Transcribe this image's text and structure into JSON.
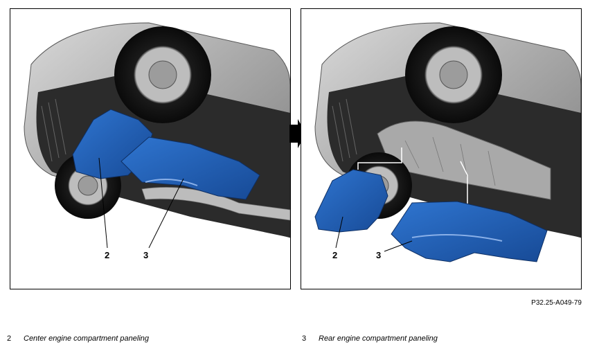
{
  "callouts": {
    "left": {
      "label_2": "2",
      "label_3": "3"
    },
    "right": {
      "label_2": "2",
      "label_3": "3"
    }
  },
  "reference_code": "P32.25-A049-79",
  "legend": [
    {
      "number": "2",
      "text": "Center engine compartment paneling"
    },
    {
      "number": "3",
      "text": "Rear engine compartment paneling"
    }
  ],
  "colors": {
    "paneling": "#1f5fb5",
    "paneling_dark": "#123f80",
    "body": "#9a9a9a",
    "underbody": "#2a2a2a"
  }
}
